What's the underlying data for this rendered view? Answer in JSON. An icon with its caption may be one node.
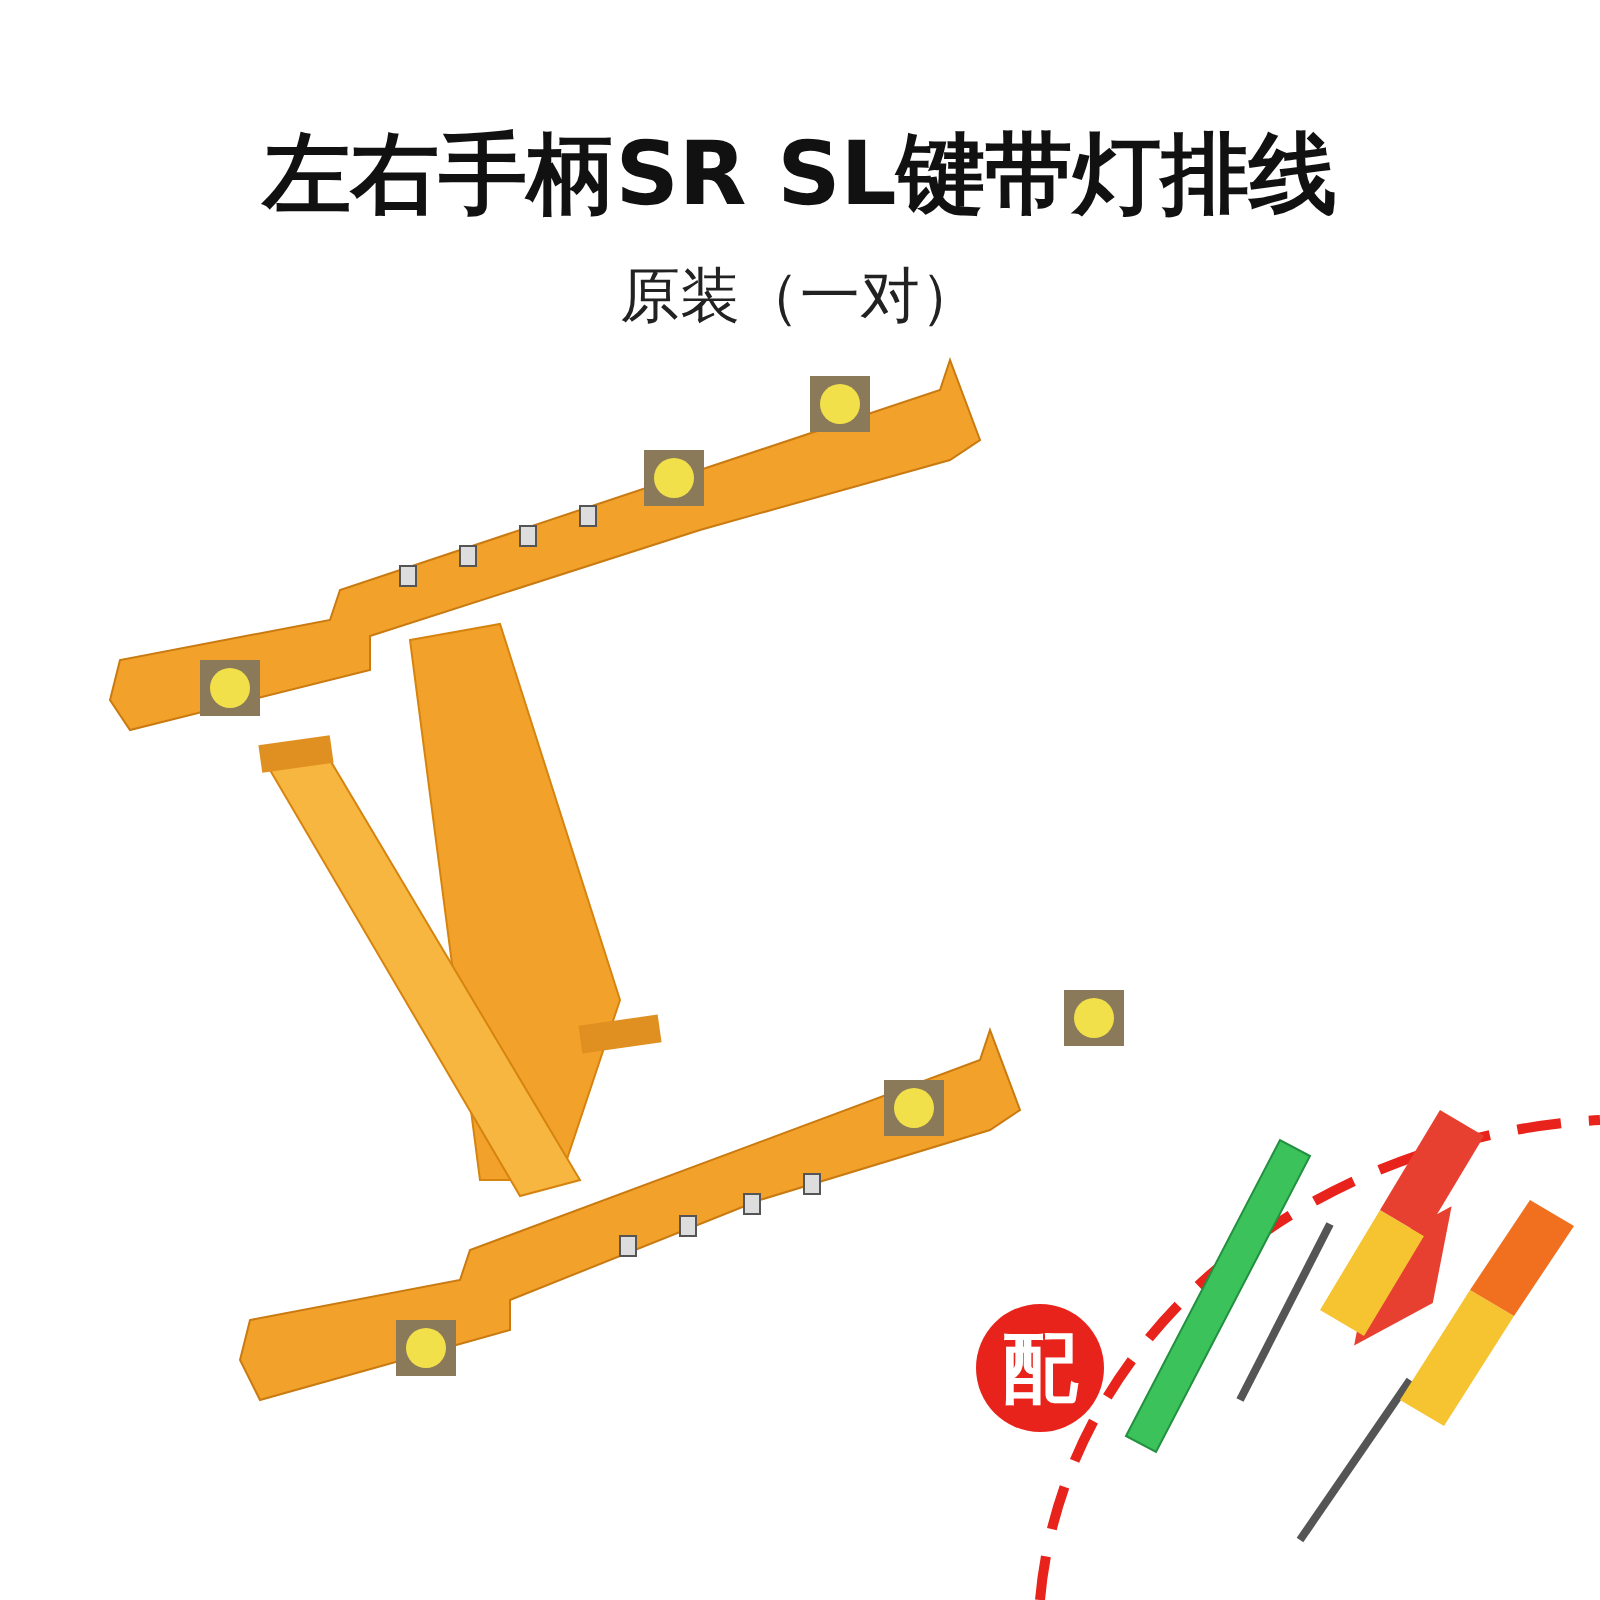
{
  "diagram": {
    "title": "左右手柄SR SL键带灯排线",
    "labels": [
      "原装（一对）",
      "配"
    ]
  }
}
